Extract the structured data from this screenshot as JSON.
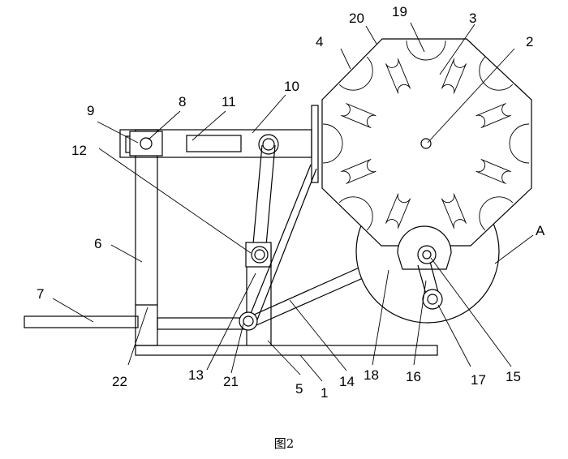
{
  "figure": {
    "caption": "图2",
    "labels": {
      "l1": "1",
      "l2": "2",
      "l3": "3",
      "l4": "4",
      "l5": "5",
      "l6": "6",
      "l7": "7",
      "l8": "8",
      "l9": "9",
      "l10": "10",
      "l11": "11",
      "l12": "12",
      "l13": "13",
      "l14": "14",
      "l15": "15",
      "l16": "16",
      "l17": "17",
      "l18": "18",
      "l19": "19",
      "l20": "20",
      "l21": "21",
      "l22": "22",
      "lA": "A"
    }
  }
}
